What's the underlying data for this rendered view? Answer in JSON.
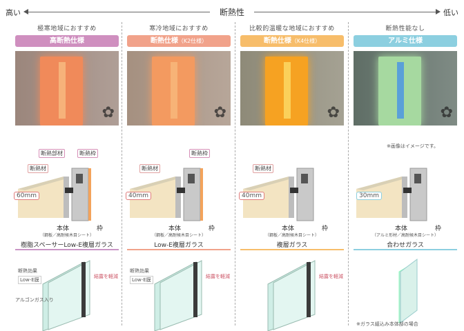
{
  "scale": {
    "high": "高い",
    "title": "断熱性",
    "low": "低い"
  },
  "columns": [
    {
      "recommend": "極寒地域におすすめ",
      "badge": "高断熱仕様",
      "badge_note": "",
      "badge_color": "#cf8fbf",
      "door_color": "#f08a5a",
      "slit_color": "#f6b27a",
      "wall": "#9b867c",
      "labels": {
        "a": "断熱部材",
        "b": "断熱枠",
        "c": "断熱材"
      },
      "dim": "60mm",
      "caption": "本体",
      "frame": "枠",
      "caption_sub": "（鋼板／高耐候木目シート）",
      "glass_title": "樹脂スペーサーLow-E複層ガラス",
      "glass_line": "#c995c5",
      "glass_labels": {
        "a": "断熱効果",
        "b": "Low-E膜",
        "c": "アルゴンガス入り",
        "d": "結露を軽減"
      }
    },
    {
      "recommend": "寒冷地域におすすめ",
      "badge": "断熱仕様",
      "badge_note": "（K2仕様）",
      "badge_color": "#f1a28a",
      "door_color": "#f39a60",
      "slit_color": "#f7b377",
      "wall": "#a59080",
      "labels": {
        "a": "",
        "b": "断熱枠",
        "c": "断熱材"
      },
      "dim": "40mm",
      "caption": "本体",
      "frame": "枠",
      "caption_sub": "（鋼板／高耐候木目シート）",
      "glass_title": "Low-E複層ガラス",
      "glass_line": "#f1a28a",
      "glass_labels": {
        "a": "断熱効果",
        "b": "Low-E膜",
        "c": "",
        "d": "結露を軽減"
      }
    },
    {
      "recommend": "比較的温暖な地域におすすめ",
      "badge": "断熱仕様",
      "badge_note": "（K4仕様）",
      "badge_color": "#f7bd6a",
      "door_color": "#f6a222",
      "slit_color": "#fbd05a",
      "wall": "#8e8a78",
      "labels": {
        "a": "",
        "b": "",
        "c": "断熱材"
      },
      "dim": "40mm",
      "caption": "本体",
      "frame": "枠",
      "caption_sub": "（鋼板／高耐候木目シート）",
      "glass_title": "複層ガラス",
      "glass_line": "#f7bd6a",
      "glass_labels": {
        "a": "",
        "b": "",
        "c": "",
        "d": "結露を軽減"
      }
    },
    {
      "recommend": "断熱性能なし",
      "badge": "アルミ仕様",
      "badge_note": "",
      "badge_color": "#8ccfe0",
      "door_color": "#a6d9a0",
      "slit_color": "#5aa0d8",
      "wall": "#5f6e66",
      "labels": {
        "a": "",
        "b": "",
        "c": ""
      },
      "dim": "30mm",
      "caption": "本体",
      "frame": "枠",
      "caption_sub": "（アルミ形材／高耐候木目シート）",
      "glass_title": "合わせガラス",
      "glass_line": "#8ccfe0",
      "glass_labels": {
        "a": "",
        "b": "",
        "c": "",
        "d": ""
      }
    }
  ],
  "notes": {
    "image": "※画像はイメージです。",
    "glass": "※ガラス組込み本体部の場合"
  }
}
